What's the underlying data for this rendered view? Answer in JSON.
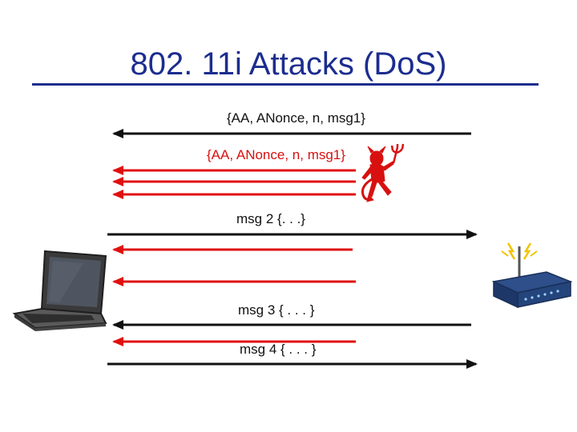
{
  "slide": {
    "title": "802. 11i Attacks (DoS)"
  },
  "messages": {
    "msg1": "{AA, ANonce, n, msg1}",
    "msg1_forged": "{AA, ANonce, n, msg1}",
    "msg2": "msg 2 {. . .}",
    "msg3": "msg 3 { . . . }",
    "msg4": "msg 4 { . . . }"
  },
  "colors": {
    "title": "#1c2d8f",
    "legit_arrow": "#111111",
    "attack_arrow": "#e01010"
  },
  "icons": {
    "attacker": "devil-icon",
    "client": "laptop-icon",
    "access_point": "wireless-router-icon"
  }
}
